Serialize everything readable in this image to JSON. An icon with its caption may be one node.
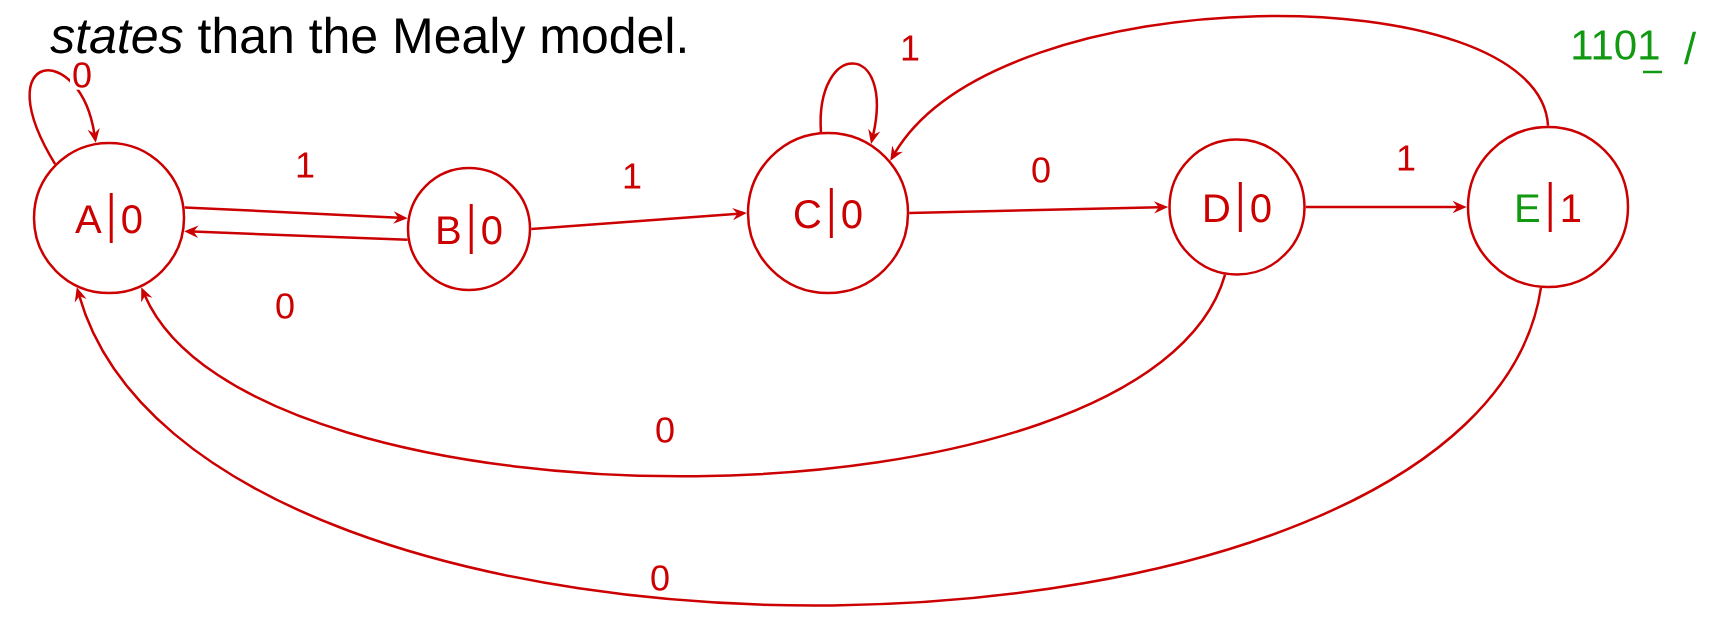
{
  "diagram": {
    "nodes": [
      {
        "text": [
          "A",
          "0"
        ]
      },
      {
        "text": [
          "B",
          "0"
        ]
      },
      {
        "text": [
          "C",
          "0"
        ]
      },
      {
        "text": [
          "D",
          "0"
        ]
      },
      {
        "text": [
          "E",
          "1"
        ]
      }
    ],
    "edges": [
      {
        "from": 0,
        "to": 0,
        "arrow": "to",
        "label": "0"
      },
      {
        "from": 0,
        "to": 1,
        "arrow": "to",
        "label": "1"
      },
      {
        "from": 1,
        "to": 0,
        "arrow": "to",
        "label": "0"
      },
      {
        "from": 1,
        "to": 2,
        "arrow": "to",
        "label": "1"
      },
      {
        "from": 2,
        "to": 2,
        "arrow": "to",
        "label": "1"
      },
      {
        "from": 2,
        "to": 3,
        "arrow": "to",
        "label": "0"
      },
      {
        "from": 3,
        "to": 4,
        "arrow": "to",
        "label": "1"
      },
      {
        "from": 4,
        "to": 2,
        "arrow": "to"
      },
      {
        "from": 3,
        "to": 0,
        "arrow": "to",
        "label": "0"
      },
      {
        "from": 4,
        "to": 0,
        "arrow": "to",
        "label": "0"
      }
    ],
    "labels": [
      "*states* than the Mealy model.",
      "1101",
      "/"
    ]
  }
}
